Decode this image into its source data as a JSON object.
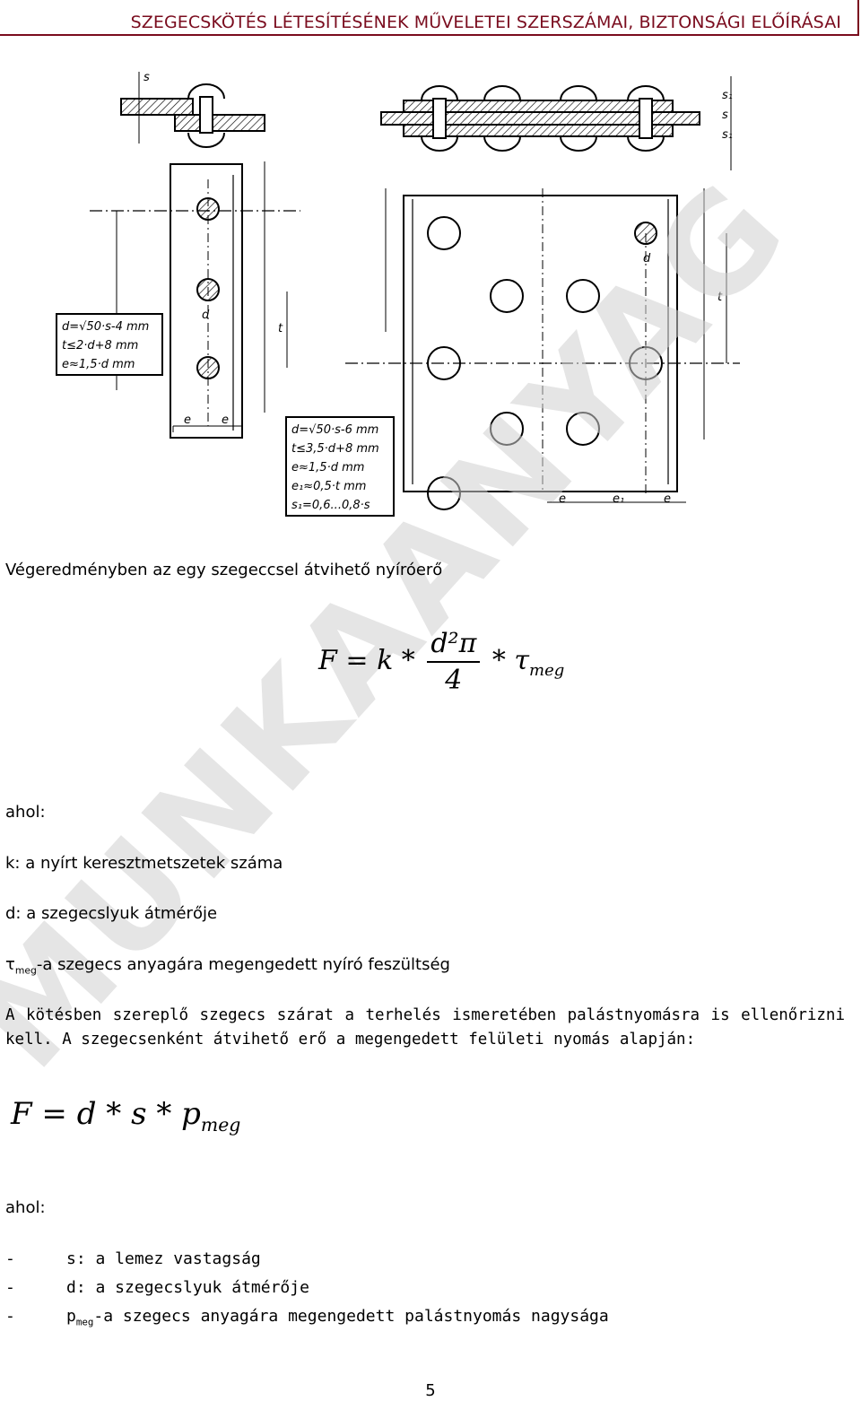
{
  "header": {
    "title": "SZEGECSKÖTÉS LÉTESÍTÉSÉNEK MŰVELETEI SZERSZÁMAI, BIZTONSÁGI ELŐÍRÁSAI"
  },
  "watermark": {
    "text": "MUNKAANYAG"
  },
  "figure": {
    "left_table": [
      "d=√50·s-4 mm",
      "t≤2·d+8 mm",
      "e≈1,5·d mm"
    ],
    "right_table": [
      "d=√50·s-6 mm",
      "t≤3,5·d+8 mm",
      "e≈1,5·d mm",
      "e₁≈0,5·t mm",
      "s₁=0,6...0,8·s"
    ],
    "labels": {
      "s": "s",
      "d": "d",
      "t": "t",
      "e": "e",
      "e1": "e₁",
      "s1": "s₁"
    }
  },
  "intro": "Végeredményben az egy szegeccsel átvihető nyíróerő",
  "formula1": {
    "lhs": "F",
    "eq": "=",
    "k": "k",
    "star": "*",
    "num": "d²π",
    "den": "4",
    "tau": "τ",
    "tau_sub": "meg"
  },
  "where1": {
    "label": "ahol:",
    "k": "k: a nyírt keresztmetszetek száma",
    "d": "d: a szegecslyuk átmérője",
    "tau_symbol": "τ",
    "tau_sub": "meg",
    "tau_text": "-a szegecs anyagára megengedett nyíró feszültség"
  },
  "paragraph": "A kötésben szereplő szegecs szárat a terhelés ismeretében palástnyomásra is ellenőrizni kell. A szegecsenként átvihető erő a megengedett felületi nyomás alapján:",
  "formula2": {
    "text": "F = d * s * p",
    "sub": "meg"
  },
  "where2": {
    "label": "ahol:",
    "items": [
      {
        "dash": "-",
        "text": "s: a lemez vastagság"
      },
      {
        "dash": "-",
        "text": "d: a szegecslyuk átmérője"
      },
      {
        "dash": "-",
        "sym": "p",
        "sub": "meg",
        "text": "-a szegecs anyagára megengedett palástnyomás nagysága"
      }
    ]
  },
  "page_number": "5"
}
